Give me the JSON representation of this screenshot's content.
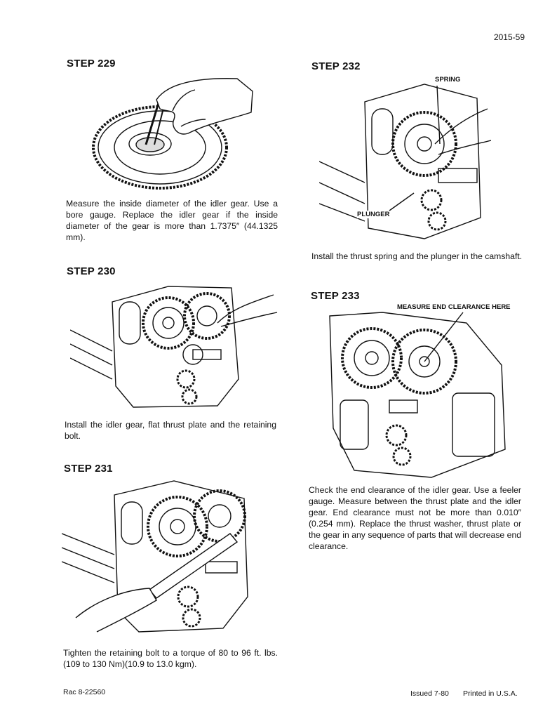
{
  "page_number": "2015-59",
  "steps": [
    {
      "title": "STEP 229",
      "text": "Measure the inside diameter of the idler gear. Use a bore gauge. Replace the idler gear if the inside diameter of the gear is more than 1.7375″ (44.1325 mm)."
    },
    {
      "title": "STEP 230",
      "text": "Install the idler gear, flat thrust plate and the retaining bolt."
    },
    {
      "title": "STEP 231",
      "text": "Tighten the retaining bolt to a torque of 80 to 96 ft. lbs. (109 to 130 Nm)(10.9 to 13.0 kgm)."
    },
    {
      "title": "STEP 232",
      "text": "Install the thrust spring and the plunger in the camshaft.",
      "callouts": [
        "SPRING",
        "PLUNGER"
      ]
    },
    {
      "title": "STEP 233",
      "text": "Check the end clearance of the idler gear. Use a feeler gauge. Measure between the thrust plate and the idler gear. End clearance must not be more than 0.010″ (0.254 mm). Replace the thrust washer, thrust plate or the gear in any sequence of parts that will decrease end clearance.",
      "callouts": [
        "MEASURE END CLEARANCE HERE"
      ]
    }
  ],
  "footer": {
    "left": "Rac 8-22560",
    "issued": "Issued 7-80",
    "printed": "Printed in U.S.A."
  }
}
